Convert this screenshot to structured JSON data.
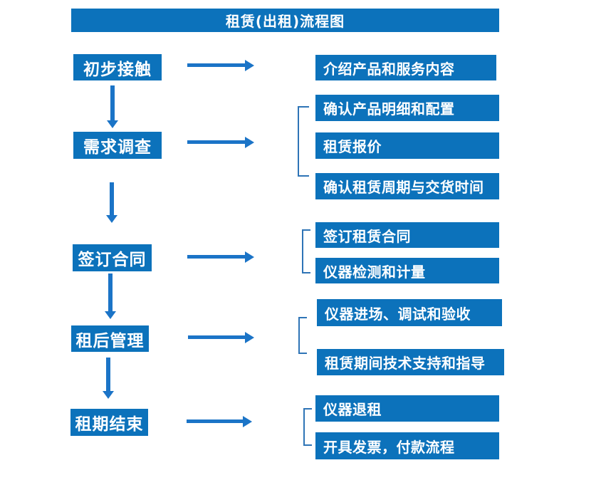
{
  "title": "租赁(出租)流程图",
  "colors": {
    "box_blue": "#0c72bb",
    "arrow_blue": "#1b74c7",
    "bracket_blue": "#2e74b6",
    "text_white": "#ffffff",
    "background": "#ffffff"
  },
  "stages": [
    {
      "label": "初步接触",
      "details": [
        "介绍产品和服务内容"
      ]
    },
    {
      "label": "需求调查",
      "details": [
        "确认产品明细和配置",
        "租赁报价",
        "确认租赁周期与交货时间"
      ]
    },
    {
      "label": "签订合同",
      "details": [
        "签订租赁合同",
        "仪器检测和计量"
      ]
    },
    {
      "label": "租后管理",
      "details": [
        "仪器进场、调试和验收",
        "租赁期间技术支持和指导"
      ]
    },
    {
      "label": "租期结束",
      "details": [
        "仪器退租",
        "开具发票，付款流程"
      ]
    }
  ]
}
